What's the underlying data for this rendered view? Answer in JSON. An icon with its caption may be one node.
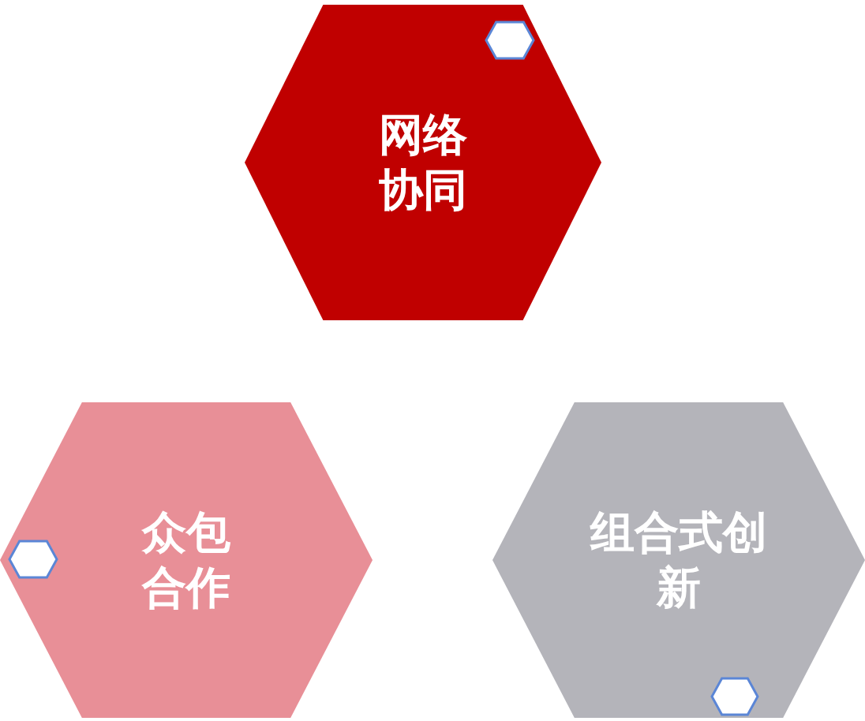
{
  "diagram": {
    "nodes": [
      {
        "text": [
          "网络协同"
        ]
      },
      {
        "text": [
          "众包合作"
        ]
      },
      {
        "text": [
          "组合式创新"
        ]
      }
    ]
  }
}
